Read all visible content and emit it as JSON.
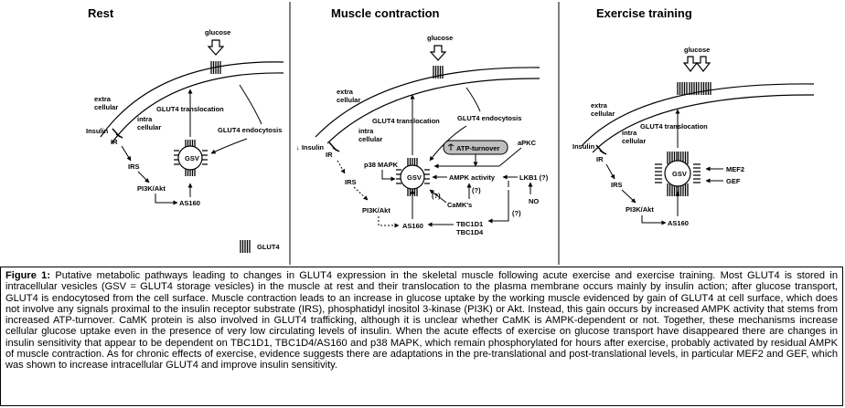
{
  "panels": {
    "rest": {
      "title": "Rest",
      "labels": {
        "glucose": "glucose",
        "extracellular_1": "extra",
        "extracellular_2": "cellular",
        "intracellular_1": "intra",
        "intracellular_2": "cellular",
        "insulin": "Insulin",
        "ir": "IR",
        "irs": "IRS",
        "pi3k": "PI3K/Akt",
        "as160": "AS160",
        "gsv": "GSV",
        "translocation": "GLUT4 translocation",
        "endocytosis": "GLUT4 endocytosis"
      }
    },
    "contraction": {
      "title": "Muscle contraction",
      "labels": {
        "glucose": "glucose",
        "extracellular_1": "extra",
        "extracellular_2": "cellular",
        "intracellular_1": "intra",
        "intracellular_2": "cellular",
        "insulin": "↓ Insulin",
        "ir": "IR",
        "irs": "IRS",
        "pi3k": "PI3K/Akt",
        "as160": "AS160",
        "gsv": "GSV",
        "translocation": "GLUT4 translocation",
        "endocytosis": "GLUT4 endocytosis",
        "atp": "ATP-turnover",
        "apkc": "aPKC",
        "p38": "p38 MAPK",
        "ampk": "AMPK activity",
        "lkb1": "LKB1 (?)",
        "q1": "(?)",
        "q2": "(?)",
        "q3": "(?)",
        "camk": "CaMK's",
        "no": "NO",
        "tbc1d1": "TBC1D1",
        "tbc1d4": "TBC1D4"
      }
    },
    "training": {
      "title": "Exercise training",
      "labels": {
        "glucose": "glucose",
        "extracellular_1": "extra",
        "extracellular_2": "cellular",
        "intracellular_1": "intra",
        "intracellular_2": "cellular",
        "insulin": "Insulin",
        "ir": "IR",
        "irs": "IRS",
        "pi3k": "PI3K/Akt",
        "as160": "AS160",
        "gsv": "GSV",
        "translocation": "GLUT4 translocation",
        "mef2": "MEF2",
        "gef": "GEF"
      }
    }
  },
  "legend": {
    "glut4": "GLUT4"
  },
  "caption": {
    "label": "Figure 1:",
    "text": " Putative metabolic pathways leading to changes in GLUT4 expression in the skeletal muscle following acute exercise and exercise training. Most GLUT4 is stored in intracellular vesicles (GSV = GLUT4 storage vesicles) in the muscle at rest and their translocation to the plasma membrane occurs mainly by insulin action; after glucose transport, GLUT4 is endocytosed from the cell surface. Muscle contraction leads to an increase in glucose uptake by the working muscle evidenced by gain of GLUT4 at cell surface, which does not involve any signals proximal to the insulin receptor substrate (IRS), phosphatidyl inositol 3-kinase (PI3K) or Akt. Instead, this gain occurs by increased AMPK activity that stems from increased ATP-turnover. CaMK protein is also involved in GLUT4 trafficking, although it is unclear whether CaMK is AMPK-dependent or not. Together, these mechanisms increase cellular glucose uptake even in the presence of very low circulating levels of insulin. When the acute effects of exercise on glucose transport have disappeared there are changes in insulin sensitivity that appear to be dependent on TBC1D1, TBC1D4/AS160 and p38 MAPK, which remain phosphorylated for hours after exercise, probably activated by residual AMPK of muscle contraction. As for chronic effects of exercise, evidence suggests there are adaptations in the pre-translational and post-translational levels, in particular MEF2 and GEF, which was shown to increase intracellular GLUT4 and improve insulin sensitivity."
  }
}
